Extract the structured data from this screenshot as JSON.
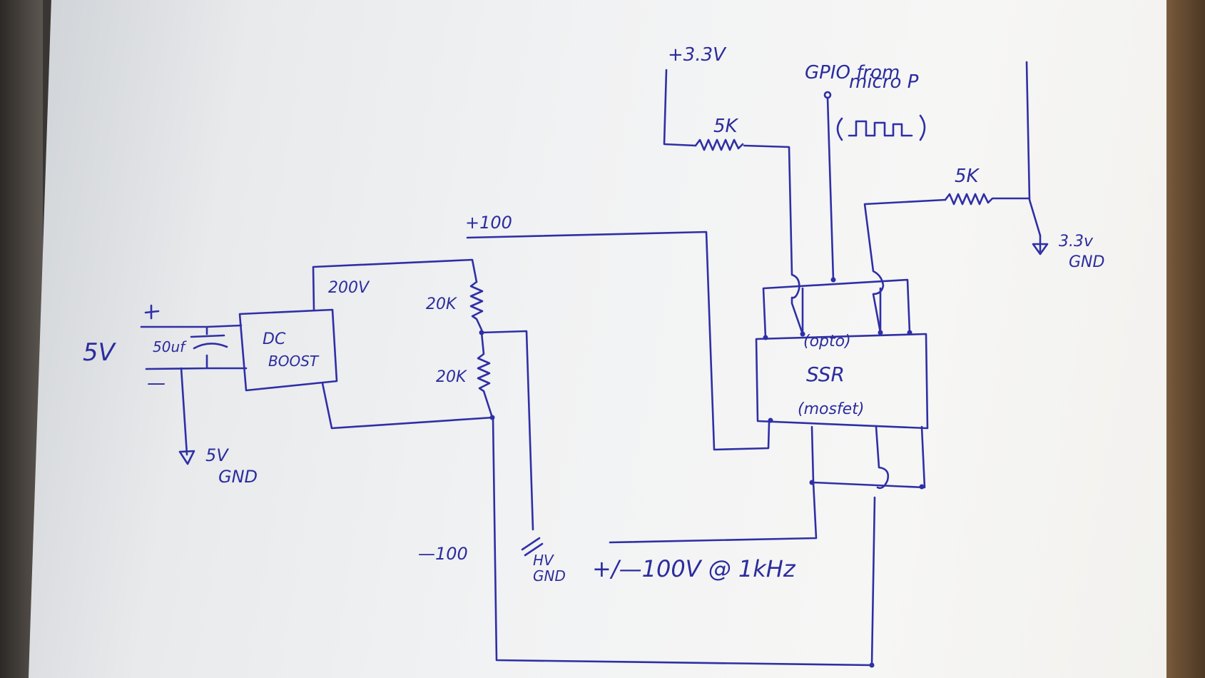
{
  "labels": {
    "v33_top": "+3.3V",
    "gpio_line1": "GPIO from",
    "gpio_line2": "micro P",
    "square_wave": "(⎍⎍⎍)",
    "r_5k_left": "5K",
    "r_5k_right": "5K",
    "gnd_33_line1": "3.3v",
    "gnd_33_line2": "GND",
    "plus100": "+100",
    "v200": "200V",
    "r_20k_top": "20K",
    "r_20k_bottom": "20K",
    "minus100": "—100",
    "hv_gnd_line1": "HV",
    "hv_gnd_line2": "GND",
    "output": "+/—100V @ 1kHz",
    "dc_boost_line1": "DC",
    "dc_boost_line2": "BOOST",
    "v5": "5V",
    "cap_50uf": "50uf",
    "plus_sign": "+",
    "minus_sign": "—",
    "gnd_5v_line1": "5V",
    "gnd_5v_line2": "GND",
    "ssr_opto": "(opto)",
    "ssr_name": "SSR",
    "ssr_mosfet": "(mosfet)"
  },
  "colors": {
    "ink": "#2f2fa6",
    "paper": "#f1f2f3"
  }
}
